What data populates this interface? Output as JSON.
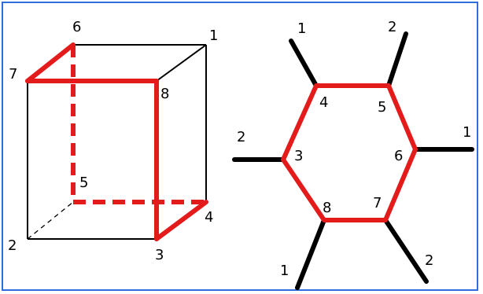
{
  "colors": {
    "highlight": "#e31b1b",
    "line": "#000000",
    "border": "#2f6de1",
    "background": "#ffffff"
  },
  "cube": {
    "labels": {
      "v1": "1",
      "v2": "2",
      "v3": "3",
      "v4": "4",
      "v5": "5",
      "v6": "6",
      "v7": "7",
      "v8": "8"
    }
  },
  "hexagon": {
    "ring_labels": {
      "r3": "3",
      "r4": "4",
      "r5": "5",
      "r6": "6",
      "r7": "7",
      "r8": "8"
    },
    "substituent_labels": {
      "s_top_left": "1",
      "s_top_right": "2",
      "s_left": "2",
      "s_right": "1",
      "s_bottom_left": "1",
      "s_bottom_right": "2"
    }
  }
}
